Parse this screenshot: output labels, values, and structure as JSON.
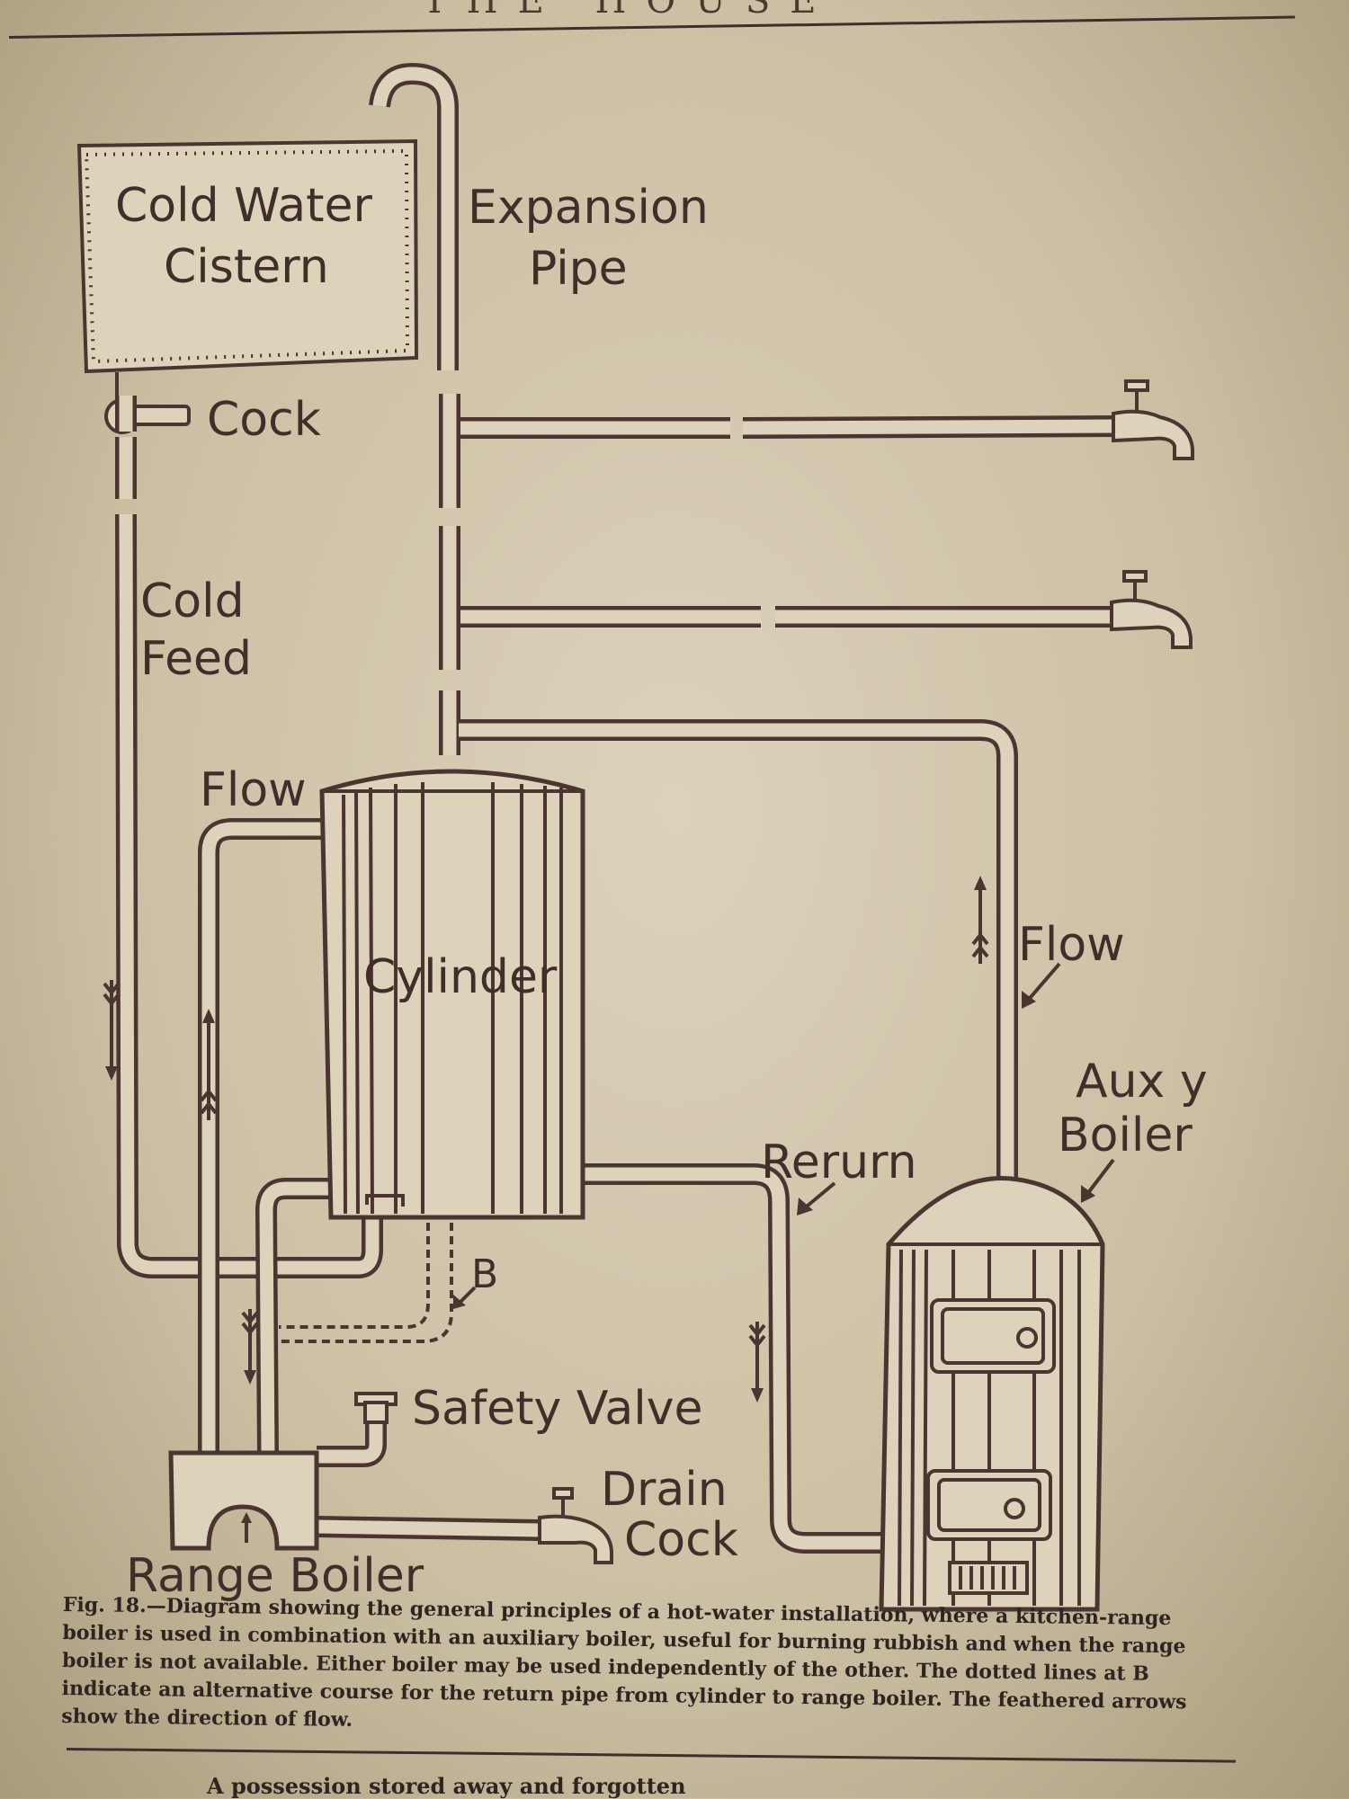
{
  "page_header": "THE HOUSE",
  "labels": {
    "cistern_line1": "Cold Water",
    "cistern_line2": "Cistern",
    "expansion_line1": "Expansion",
    "expansion_line2": "Pipe",
    "cock": "Cock",
    "cold_feed_line1": "Cold",
    "cold_feed_line2": "Feed",
    "flow_left": "Flow",
    "cylinder": "Cylinder",
    "flow_right": "Flow",
    "aux_line1": "Aux y",
    "aux_line2": "Boiler",
    "return": "Rerurn",
    "b_marker": "B",
    "safety_valve": "Safety Valve",
    "drain_line1": "Drain",
    "drain_line2": "Cock",
    "range_boiler": "Range Boiler"
  },
  "caption": {
    "fig": "Fig. 18.",
    "text": "—Diagram showing the general principles of a hot-water installation, where a kitchen-range boiler is used in combination with an auxiliary boiler, useful for burning rubbish and when the range boiler is not available. Either boiler may be used independently of the other. The dotted lines at B indicate an alternative course for the return pipe from cylinder to range boiler. The feathered arrows show the direction of flow."
  },
  "footer_text": "A possession stored away and forgotten"
}
